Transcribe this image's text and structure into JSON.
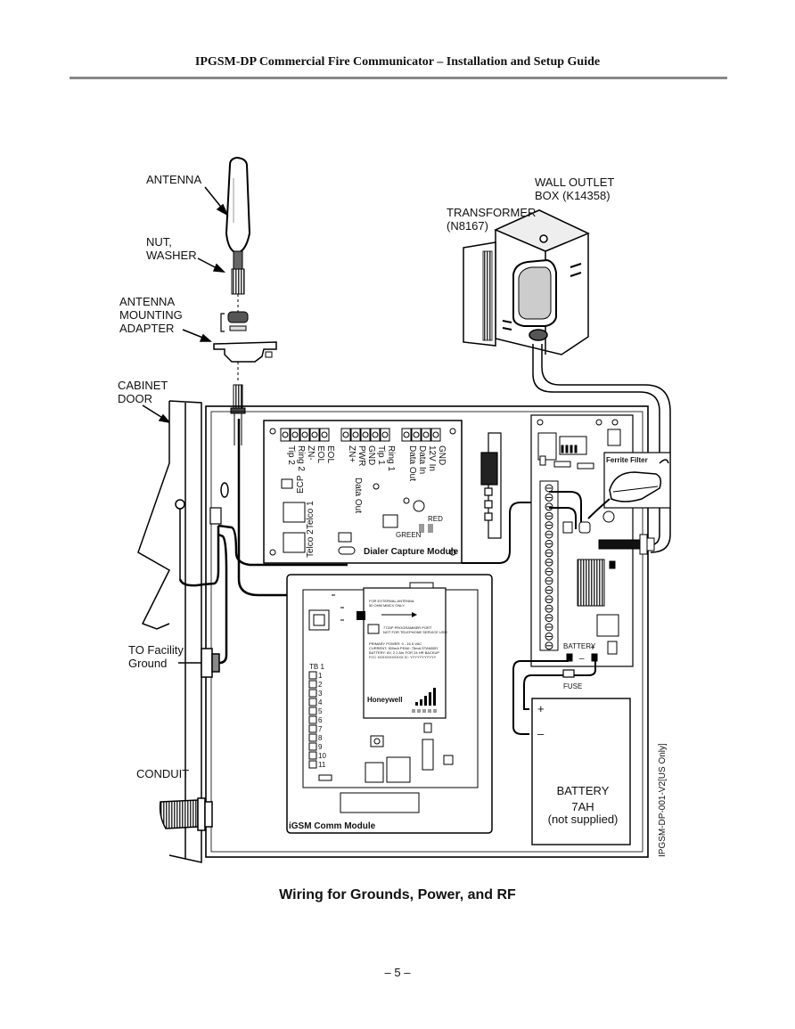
{
  "header": {
    "title": "IPGSM-DP Commercial Fire Communicator – Installation and Setup Guide"
  },
  "diagram": {
    "labels": {
      "antenna": "ANTENNA",
      "nut_1": "NUT,",
      "nut_2": "WASHER",
      "adapter_1": "ANTENNA",
      "adapter_2": "MOUNTING",
      "adapter_3": "ADAPTER",
      "cabinet_1": "CABINET",
      "cabinet_2": "DOOR",
      "wall_1": "WALL OUTLET",
      "wall_2": "BOX (K14358)",
      "transformer_1": "TRANSFORMER",
      "transformer_2": "(N8167)",
      "ground_1": "TO Facility",
      "ground_2": "Ground",
      "conduit": "CONDUIT",
      "ferrite": "Ferrite Filter",
      "fuse": "FUSE",
      "battery_tag": "BATTERY",
      "battery_minus": "–",
      "battery_plus": "+",
      "battery_1": "BATTERY",
      "battery_2": "7AH",
      "battery_3": "(not supplied)",
      "batt_pos": "+",
      "batt_neg": "–",
      "dialer_module": "Dialer Capture Module",
      "igsm_module": "iGSM Comm Module",
      "green": "GREEN",
      "red": "RED",
      "tb1": "TB 1",
      "honeywell": "Honeywell",
      "side_code": "IPGSM-DP-001-V2[US Only]",
      "telco1": "Telco 1",
      "telco2": "Telco 2",
      "ecp": "ECP",
      "data_out": "Data Out",
      "card_ext_1": "FOR EXTERNAL ANTENNA",
      "card_ext_2": "50 OHM MMCX ONLY",
      "card_prog_1": "7720P PROGRAMMER PORT",
      "card_prog_2": "NOT FOR TELEPHONE SERVICE USE!",
      "card_spec_1": "PRIMARY POWER: 9 - 16.5 VAC",
      "card_spec_2": "CURRENT: 300mA PEAK; 75mA STANDBY",
      "card_spec_3": "BATTERY: 6V, 2.1 Ahr FOR 24 HR BACKUP",
      "card_spec_4": "FCC XXXXXXXXXXX    IC: YYYYYYYYYYY"
    },
    "terminals": [
      "Tip 2",
      "Ring 2",
      "ZN-",
      "EOL",
      "EOL",
      "ZN+",
      "PWR",
      "GND",
      "Tip 1",
      "Ring 1",
      "Data Out",
      "Data In",
      "12V  In",
      "GND"
    ],
    "tb1_terminals": [
      "1",
      "2",
      "3",
      "4",
      "5",
      "6",
      "7",
      "8",
      "9",
      "10",
      "11"
    ]
  },
  "caption": "Wiring for Grounds, Power, and RF",
  "page_number": "– 5 –"
}
